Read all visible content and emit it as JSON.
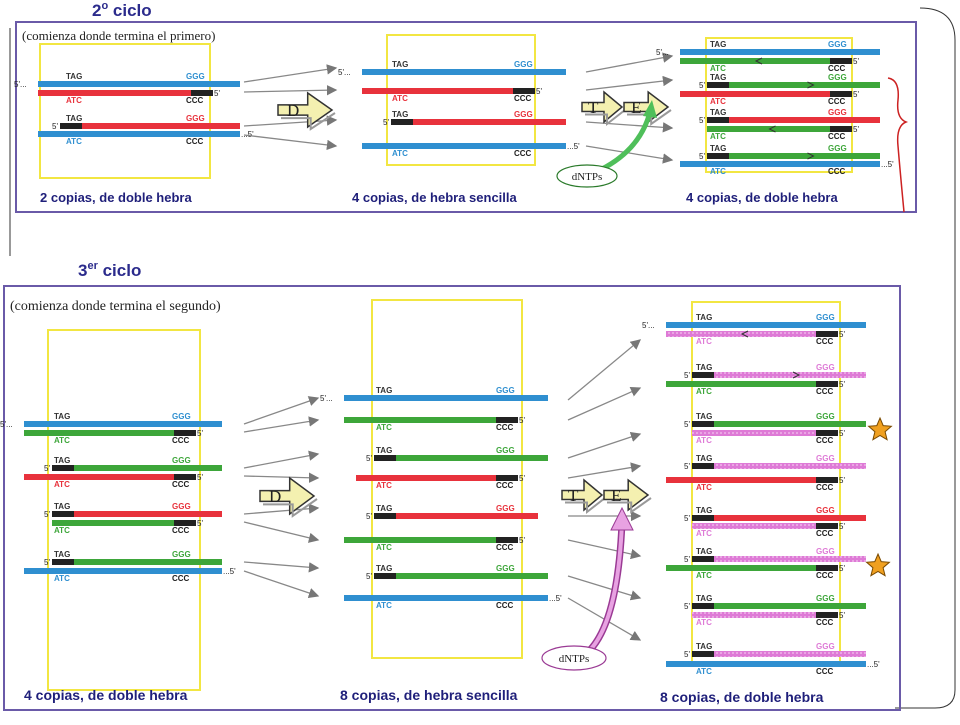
{
  "colors": {
    "blue": "#2f8fd0",
    "red": "#e8323c",
    "green": "#3da63a",
    "pink": "#de7ad6",
    "black": "#222222",
    "panel_border": "#6a5aa8",
    "yellow_box": "#f2e642",
    "arrow_fill": "#f4f0b0",
    "dntp_arrow_2": "#4fbf5a",
    "dntp_arrow_3": "#e8a2e2",
    "star": "#f0a020"
  },
  "cycle2": {
    "title_main": "2",
    "title_sup": "o",
    "title_rest": " ciclo",
    "subtitle": "(comienza donde termina el primero)",
    "caption_left": "2 copias, de doble hebra",
    "caption_mid": "4 copias, de hebra sencilla",
    "caption_right": "4 copias, de doble hebra",
    "step_d": "D",
    "step_t": "T",
    "step_e": "E",
    "dntps": "dNTPs"
  },
  "cycle3": {
    "title_main": "3",
    "title_sup": "er",
    "title_rest": " ciclo",
    "subtitle": "(comienza donde termina el segundo)",
    "caption_left": "4 copias, de doble hebra",
    "caption_mid": "8 copias, de hebra sencilla",
    "caption_right": "8 copias, de doble hebra",
    "step_d": "D",
    "step_t": "T",
    "step_e": "E",
    "dntps": "dNTPs"
  },
  "labels": {
    "tag": "TAG",
    "ggg": "GGG",
    "atc": "ATC",
    "ccc": "CCC",
    "five_prime": "5'",
    "five_prime_dots": "5'...",
    "dots_five_prime": "...5'"
  }
}
